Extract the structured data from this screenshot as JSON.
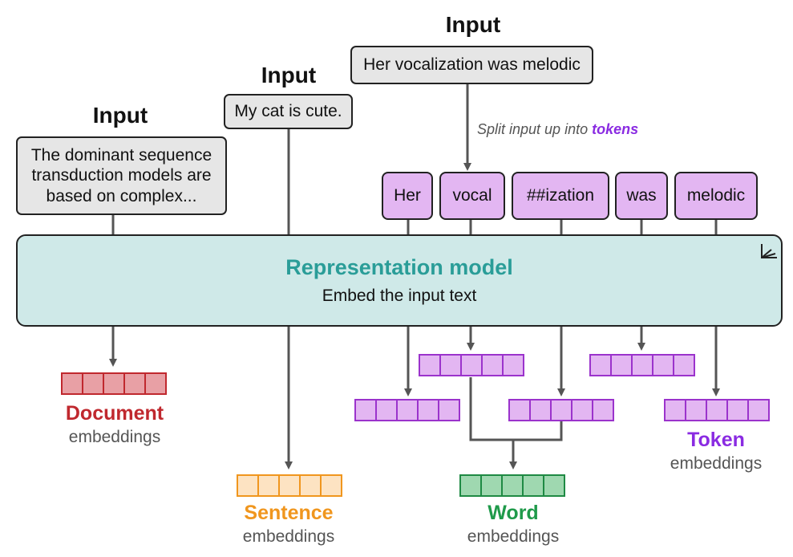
{
  "inputs": {
    "document": {
      "title": "Input",
      "text": "The dominant sequence transduction models are based on complex..."
    },
    "sentence": {
      "title": "Input",
      "text": "My cat is cute."
    },
    "token": {
      "title": "Input",
      "text": "Her vocalization was melodic"
    }
  },
  "split_note": {
    "prefix": "Split input up into",
    "highlight": "tokens"
  },
  "tokens": [
    "Her",
    "vocal",
    "##ization",
    "was",
    "melodic"
  ],
  "model": {
    "title": "Representation model",
    "subtitle": "Embed the input text",
    "icon": "axes-icon"
  },
  "embeddings": {
    "document": {
      "label": "Document",
      "sub": "embeddings",
      "color": "#c0282e",
      "fill": "#e8a0a5",
      "stroke": "#c0282e"
    },
    "sentence": {
      "label": "Sentence",
      "sub": "embeddings",
      "color": "#f0961e",
      "fill": "#fde3c2",
      "stroke": "#f0961e"
    },
    "word": {
      "label": "Word",
      "sub": "embeddings",
      "color": "#1f9a4a",
      "fill": "#9fd8b0",
      "stroke": "#1f8a44"
    },
    "token": {
      "label": "Token",
      "sub": "embeddings",
      "color": "#8a2be2",
      "fill": "#e3b6f2",
      "stroke": "#9b33cc"
    }
  },
  "colors": {
    "line": "#555555",
    "border": "#222222"
  }
}
